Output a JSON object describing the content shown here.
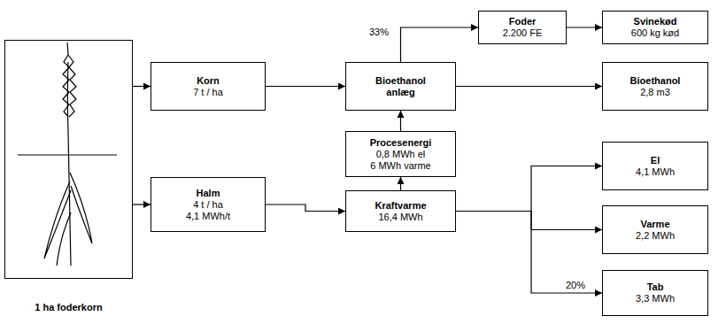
{
  "diagram": {
    "nodes": [
      {
        "text": [
          "1 ha foderkorn"
        ]
      },
      {
        "text": [
          "Korn",
          "7 t / ha"
        ]
      },
      {
        "text": [
          "Halm",
          "4 t / ha",
          "4,1 MWh/t"
        ]
      },
      {
        "text": [
          "Bioethanol anlæg"
        ]
      },
      {
        "text": [
          "Procesenergi",
          "0,8 MWh el",
          "6 MWh varme"
        ]
      },
      {
        "text": [
          "Kraftvarme",
          "16,4 MWh"
        ]
      },
      {
        "text": [
          "Foder",
          "2.200 FE"
        ]
      },
      {
        "text": [
          "Svinekød",
          "600 kg kød"
        ]
      },
      {
        "text": [
          "Bioethanol",
          "2,8 m3"
        ]
      },
      {
        "text": [
          "El",
          "4,1 MWh"
        ]
      },
      {
        "text": [
          "Varme",
          "2,2 MWh"
        ]
      },
      {
        "text": [
          "Tab",
          "3,3 MWh"
        ]
      }
    ],
    "edges": [
      {
        "from": 0,
        "to": 1,
        "arrow": "to"
      },
      {
        "from": 0,
        "to": 2,
        "arrow": "to"
      },
      {
        "from": 1,
        "to": 3,
        "arrow": "to"
      },
      {
        "from": 2,
        "to": 5,
        "arrow": "to"
      },
      {
        "from": 5,
        "to": 4,
        "arrow": "to"
      },
      {
        "from": 4,
        "to": 3,
        "arrow": "to"
      },
      {
        "from": 3,
        "to": 6,
        "label": "33%",
        "arrow": "to"
      },
      {
        "from": 6,
        "to": 7,
        "arrow": "to"
      },
      {
        "from": 3,
        "to": 8,
        "arrow": "to"
      },
      {
        "from": 5,
        "to": 9,
        "arrow": "to"
      },
      {
        "from": 5,
        "to": 10,
        "arrow": "to"
      },
      {
        "from": 5,
        "to": 11,
        "label": "20%",
        "arrow": "to"
      }
    ]
  }
}
